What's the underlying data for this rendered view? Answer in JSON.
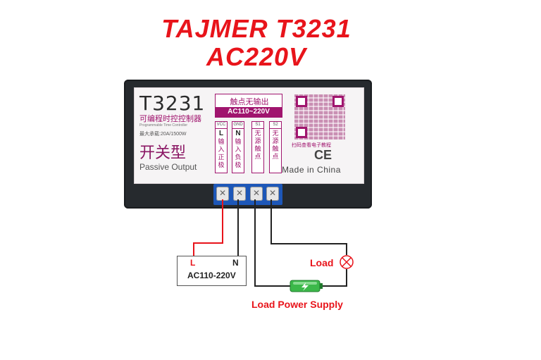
{
  "header": {
    "line1": "TAJMER T3231",
    "line2": "AC220V"
  },
  "device": {
    "model": "T3231",
    "subtitle_cn": "可编程时控控制器",
    "subtitle_en": "Programmable Time Controller",
    "load_spec": "最大承载:20A/1500W",
    "type_cn": "开关型",
    "type_en": "Passive Output",
    "contact_title": "触点无输出",
    "contact_range": "AC110~220V",
    "qr_caption": "扫码查看电子教程",
    "ce_mark": "CE",
    "made_in": "Made in China",
    "terminals": [
      {
        "code": "VCC",
        "main": "L",
        "desc": "输入正极"
      },
      {
        "code": "GND",
        "main": "N",
        "desc": "输入负极"
      },
      {
        "code": "S1",
        "main": "",
        "desc": "无源触点"
      },
      {
        "code": "S2",
        "main": "",
        "desc": "无源触点"
      }
    ]
  },
  "wiring": {
    "supply_L": "L",
    "supply_N": "N",
    "supply_voltage": "AC110-220V",
    "load_label": "Load",
    "load_supply_label": "Load Power Supply"
  },
  "colors": {
    "title_red": "#e8141b",
    "brand_magenta": "#a0156e",
    "terminal_blue": "#1d57b8",
    "wire_live": "#e8141b",
    "wire_other": "#222222",
    "battery_green": "#3cb84a"
  }
}
